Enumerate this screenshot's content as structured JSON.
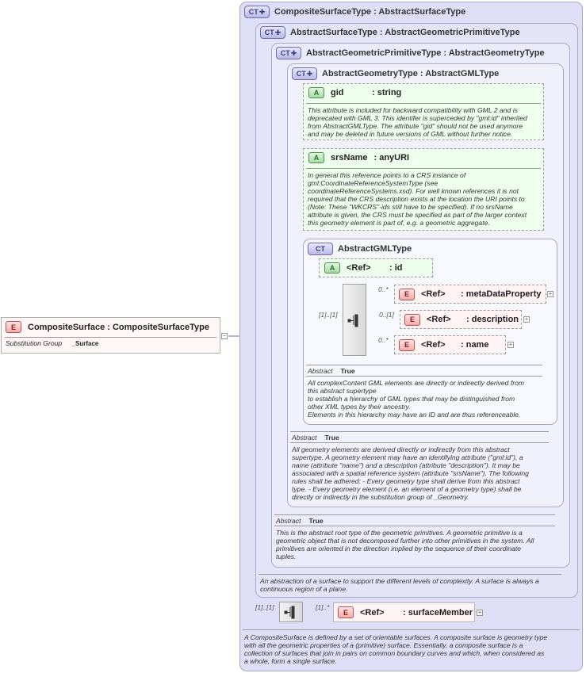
{
  "types": {
    "composite_surface_type": "CompositeSurfaceType : AbstractSurfaceType",
    "abstract_surface_type": "AbstractSurfaceType : AbstractGeometricPrimitiveType",
    "abstract_geometric_primitive_type": "AbstractGeometricPrimitiveType : AbstractGeometryType",
    "abstract_geometry_type": "AbstractGeometryType : AbstractGMLType",
    "abstract_gml_type": "AbstractGMLType"
  },
  "badges": {
    "ct": "CT",
    "a": "A",
    "e": "E"
  },
  "attributes": {
    "gid": {
      "name": "gid",
      "type": ": string",
      "doc": [
        "This attribute is included for backward compatibility with GML 2 and is",
        "deprecated with GML 3. This identifer is superceded by \"gml:id\" inherited",
        "from AbstractGMLType. The attribute \"gid\" should not be used anymore",
        "and may be deleted in future versions of GML without further notice."
      ]
    },
    "srs_name": {
      "name": "srsName",
      "type": ": anyURI",
      "doc": [
        "In general this reference points to a CRS instance of",
        "gml:CoordinateReferenceSystemType (see",
        "coordinateReferenceSystems.xsd). For well known references it is not",
        "required that the CRS description exists at the location the URI points to",
        "(Note: These \"WKCRS\"-ids still have to be specified).  If no srsName",
        "attribute is given, the CRS must be specified as part of the larger context",
        "this geometry element is part of, e.g. a geometric aggregate."
      ]
    },
    "id": {
      "ref": "<Ref>",
      "name": ": id"
    }
  },
  "elements": {
    "meta_data_property": {
      "ref": "<Ref>",
      "name": ": metaDataProperty",
      "card": "0..*"
    },
    "description": {
      "ref": "<Ref>",
      "name": ": description",
      "card": "0..[1]"
    },
    "name": {
      "ref": "<Ref>",
      "name": ": name",
      "card": "0..*"
    },
    "surface_member": {
      "ref": "<Ref>",
      "name": ": surfaceMember",
      "card": "[1]..*"
    }
  },
  "sequences": {
    "gml_seq_card": "[1]..[1]",
    "main_seq_card": "[1]..[1]"
  },
  "root": {
    "label": "CompositeSurface : CompositeSurfaceType",
    "subst_label": "Substitution Group",
    "subst_value": "_Surface"
  },
  "abstract_label": "Abstract",
  "abstract_value": "True",
  "docs": {
    "abstract_gml_type": [
      "All complexContent GML elements are directly or indirectly derived from",
      "this abstract supertype",
      "to establish a hierarchy of GML types that may be distinguished from",
      "other XML types by their ancestry.",
      "Elements in this hierarchy may have an ID and are thus referenceable."
    ],
    "abstract_geometry_type": [
      "All geometry elements are derived directly or indirectly from this abstract",
      "supertype. A geometry element may have an identifying attribute (\"gml:id\"), a",
      "name (attribute \"name\") and a description (attribute \"description\"). It may be",
      "associated with a spatial reference system (attribute \"srsName\"). The following",
      "rules shall be adhered: - Every geometry type shall derive from this abstract",
      "type. - Every geometry element (i.e. an element of a geometry type) shall be",
      "directly or indirectly in the substitution group of _Geometry."
    ],
    "abstract_geometric_primitive_type": [
      "This is the abstract root type of the geometric primitives. A geometric primitive is a",
      "geometric object that is not decomposed further into other primitives in the system. All",
      "primitives are oriented in the direction implied by the sequence of their coordinate",
      "tuples."
    ],
    "abstract_surface_type": [
      "An abstraction of a surface to support the different levels of complexity. A surface is always a",
      "continuous region of a plane."
    ],
    "composite_surface_type": [
      "A CompositeSurface is defined by a set of orientable surfaces. A composite surface is geometry type",
      "with all the geometric properties of a (primitive) surface. Essentially, a composite surface is a",
      "collection of surfaces that join in pairs on common boundary curves and which, when considered as",
      "a whole, form a single surface."
    ]
  },
  "colors": {
    "ct_border": "#a8a8c8",
    "attribute_fill": "#eeffee",
    "element_fill": "#fff4f4",
    "connector": "#6f6fa8"
  }
}
